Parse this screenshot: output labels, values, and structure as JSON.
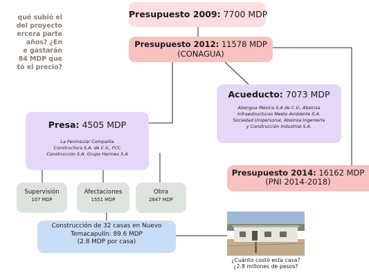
{
  "intro": {
    "lines": [
      "qué subió el",
      "del proyecto",
      "ercera parte",
      "años? ¿En",
      "e gastarán",
      "84 MDP que",
      "tó el precio?"
    ]
  },
  "nodes": {
    "presupuesto_2009": {
      "label": "Presupuesto 2009:",
      "value": "7700 MDP"
    },
    "presupuesto_2012": {
      "label": "Presupuesto 2012:",
      "value": "11578 MDP",
      "note": "(CONAGUA)"
    },
    "acueducto": {
      "label": "Acueducto:",
      "value": "7073 MDP",
      "companies": [
        "Abengoa México S.A de C.V., Abeinsa",
        "Infraestructuras Medio Ambiente S.A.",
        "Sociedad Unipersonal, Abeinsa Ingeniería",
        "y Construcción Industrial S.A."
      ]
    },
    "presupuesto_2014": {
      "label": "Presupuesto 2014:",
      "value": "16162 MDP",
      "note": "(PNI 2014-2018)"
    },
    "presa": {
      "label": "Presa:",
      "value": "4505 MDP",
      "companies": [
        "La Peninsular Compañía",
        "Constructora S.A. de C.V., FCC",
        "Construcción S.A. Grupo Hermes S.A"
      ]
    },
    "supervision": {
      "label": "Supervisión",
      "value": "107 MDP"
    },
    "afectaciones": {
      "label": "Afectaciones",
      "value": "1551 MDP"
    },
    "obra": {
      "label": "Obra",
      "value": "2847 MDP"
    },
    "casas": {
      "lines": [
        "Construcción de 32 casas en Nuevo",
        "Temacapulín: 89.6 MDP",
        "(2.8 MDP por casa)"
      ]
    }
  },
  "photo": {
    "caption_lines": [
      "¿Cuánto costó esta casa?",
      "¿2.8 millones de pesos?"
    ]
  },
  "colors": {
    "pink": "#fbdedd",
    "salmon": "#f6c1bf",
    "lavender": "#e5d7f7",
    "grey": "#dde4de",
    "blue": "#c9ddf7",
    "connector": "#222222",
    "intro_text": "#8a7b6d"
  }
}
